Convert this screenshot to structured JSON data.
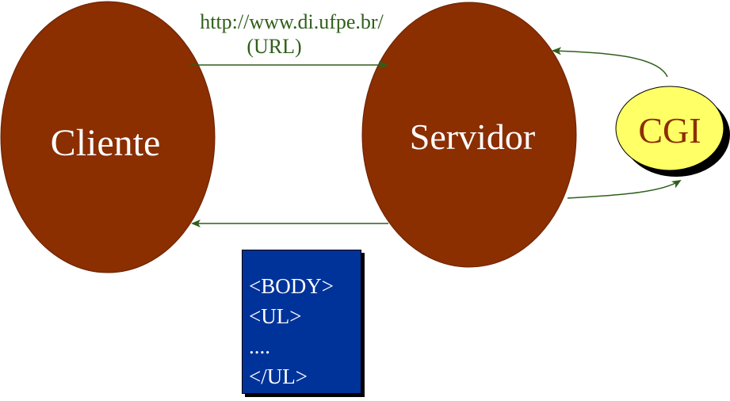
{
  "nodes": {
    "client": {
      "label": "Cliente"
    },
    "server": {
      "label": "Servidor"
    },
    "cgi": {
      "label": "CGI"
    }
  },
  "request": {
    "url": "http://www.di.ufpe.br/",
    "caption": "(URL)"
  },
  "document": {
    "lines": [
      "<BODY>",
      "<UL>",
      "....",
      "</UL>"
    ]
  },
  "colors": {
    "node_fill": "#8b2e00",
    "node_text": "#ffffff",
    "cgi_fill": "#ffff66",
    "cgi_text": "#8b2e00",
    "arrow": "#2f5f1a",
    "url_text": "#2f5f1a",
    "doc_fill": "#003399",
    "doc_text": "#ffffff"
  }
}
